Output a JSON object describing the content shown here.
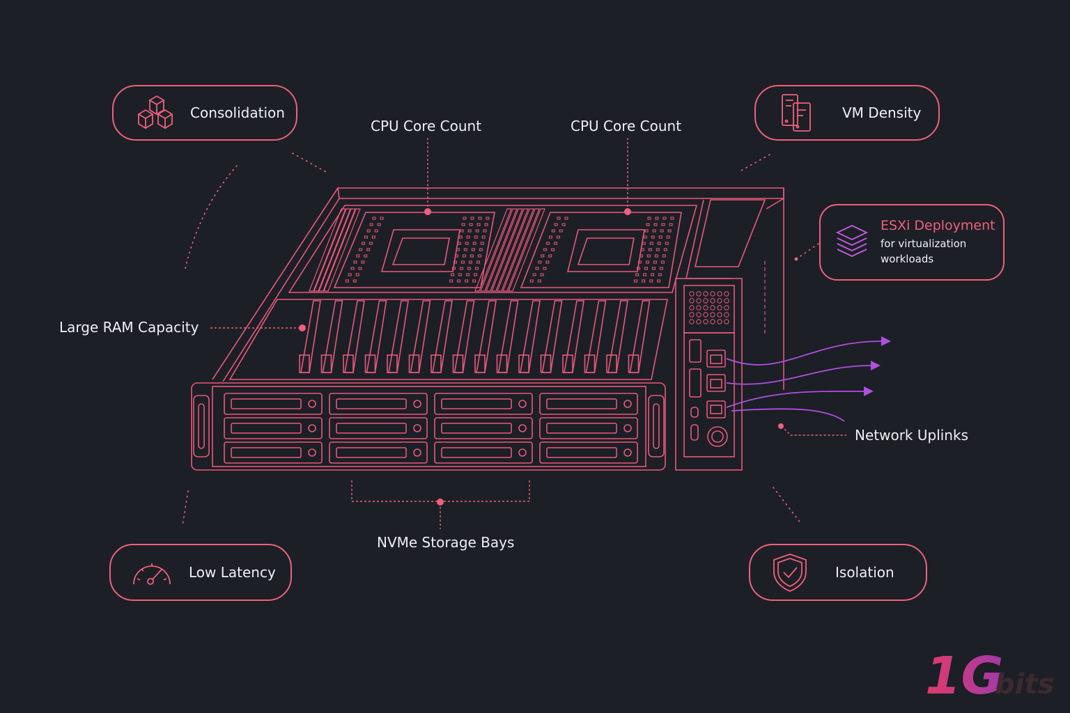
{
  "features": {
    "consolidation": "Consolidation",
    "vm_density": "VM Density",
    "low_latency": "Low Latency",
    "isolation": "Isolation",
    "esxi_title": "ESXi Deployment",
    "esxi_sub_line1": "for virtualization",
    "esxi_sub_line2": "workloads"
  },
  "callouts": {
    "cpu_left": "CPU Core Count",
    "cpu_right": "CPU Core Count",
    "ram": "Large RAM Capacity",
    "nvme": "NVMe Storage Bays",
    "network": "Network Uplinks"
  },
  "icons": {
    "consolidation": "cubes-icon",
    "vm_density": "server-stack-icon",
    "esxi": "layers-icon",
    "low_latency": "speedometer-icon",
    "isolation": "shield-check-icon"
  },
  "logo": {
    "primary": "1G",
    "secondary": "bits"
  },
  "colors": {
    "background": "#1c1f26",
    "accent": "#f0607c",
    "network_lines": "#b04fe0",
    "text": "#eef0f4"
  }
}
